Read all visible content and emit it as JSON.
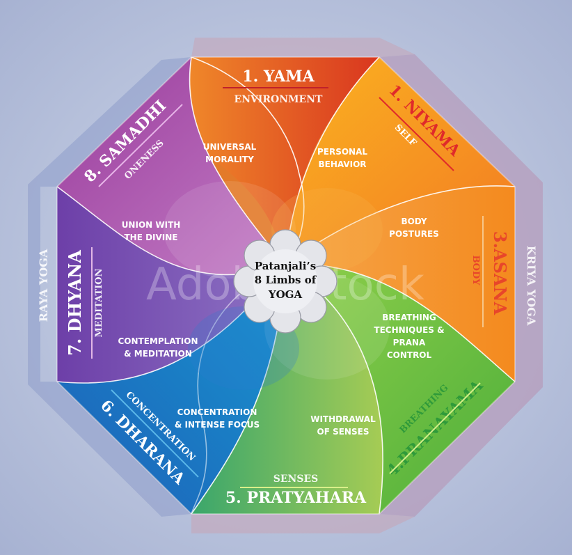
{
  "side_labels": {
    "left": "RAYA YOGA",
    "right": "KRIYA YOGA"
  },
  "center": {
    "line1": "Patanjali’s",
    "line2": "8 Limbs of",
    "line3": "YOGA"
  },
  "watermark": "Adobe Stock",
  "limbs": [
    {
      "title": "1. YAMA",
      "sub": "ENVIRONMENT",
      "desc1": "UNIVERSAL",
      "desc2": "MORALITY",
      "color": "#e8601c"
    },
    {
      "title": "1. NIYAMA",
      "sub": "SELF",
      "desc1": "PERSONAL",
      "desc2": "BEHAVIOR",
      "color": "#f5921e"
    },
    {
      "title": "3.ASANA",
      "sub": "BODY",
      "desc1": "BODY",
      "desc2": "POSTURES",
      "color": "#f7a21b"
    },
    {
      "title": "4.PRANAYAMA",
      "sub": "BREATHING",
      "desc1": "BREATHING",
      "desc2": "TECHNIQUES &",
      "desc3": "PRANA",
      "desc4": "CONTROL",
      "color": "#7cc242"
    },
    {
      "title": "5. PRATYAHARA",
      "sub": "SENSES",
      "desc1": "WITHDRAWAL",
      "desc2": "OF SENSES",
      "color": "#3fa85a"
    },
    {
      "title": "6. DHARANA",
      "sub": "CONCENTRATION",
      "desc1": "CONCENTRATION",
      "desc2": "& INTENSE FOCUS",
      "color": "#1b7fc7"
    },
    {
      "title": "7. DHYANA",
      "sub": "MEDITATION",
      "desc1": "CONTEMPLATION",
      "desc2": "& MEDITATION",
      "color": "#7b4fae"
    },
    {
      "title": "8. SAMADHI",
      "sub": "ONENESS",
      "desc1": "UNION WITH",
      "desc2": "THE DIVINE",
      "color": "#a3479e"
    }
  ]
}
